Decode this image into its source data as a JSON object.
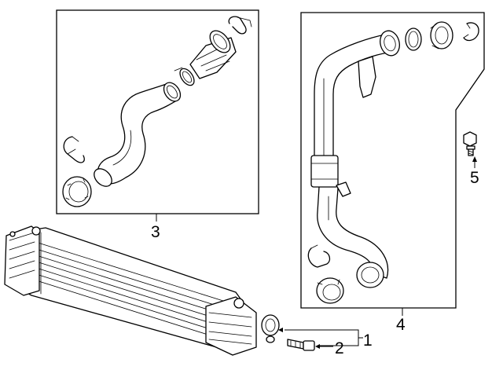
{
  "callouts": {
    "c1": "1",
    "c2": "2",
    "c3": "3",
    "c4": "4",
    "c5": "5"
  }
}
